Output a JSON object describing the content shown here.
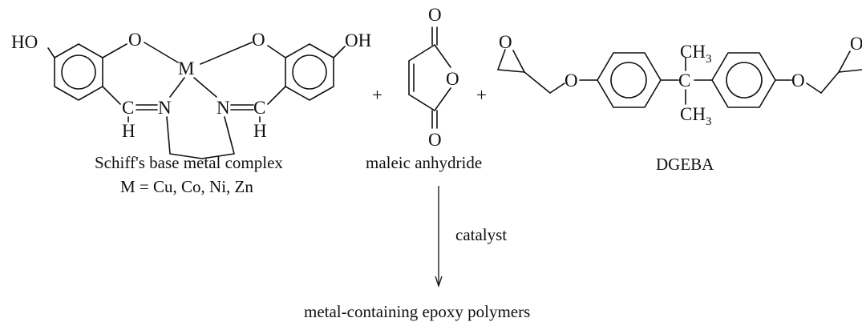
{
  "schiff_base": {
    "atoms": {
      "ho": "HO",
      "oh": "OH",
      "o_left": "O",
      "o_right": "O",
      "metal": "M",
      "n_left": "N",
      "n_right": "N",
      "c_left": "C",
      "c_right": "C",
      "h_left": "H",
      "h_right": "H"
    },
    "caption": "Schiff's base metal complex",
    "metals": "M = Cu, Co, Ni, Zn"
  },
  "plus_1": "+",
  "maleic_anhydride": {
    "atoms": {
      "o_top": "O",
      "o_ring": "O",
      "o_bottom": "O"
    },
    "caption": "maleic anhydride"
  },
  "plus_2": "+",
  "dgeba": {
    "atoms": {
      "o_epox_left": "O",
      "o_ether_left": "O",
      "c_quat": "C",
      "ch3_top": "CH",
      "ch3_top_sub": "3",
      "ch3_bottom": "CH",
      "ch3_bottom_sub": "3",
      "o_ether_right": "O",
      "o_epox_right": "O"
    },
    "caption": "DGEBA"
  },
  "arrow_label": "catalyst",
  "product": "metal-containing epoxy polymers"
}
